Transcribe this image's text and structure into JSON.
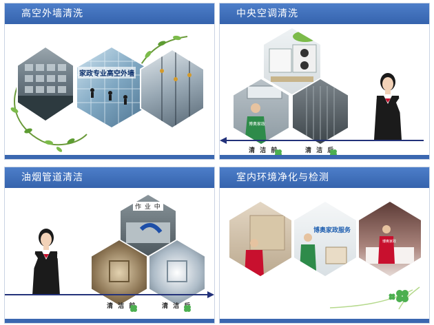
{
  "panels": [
    {
      "title": "高空外墙清洗",
      "overlay_text": "家政专业高空外墙"
    },
    {
      "title": "中央空调清洗",
      "before_label": "清 洁 前",
      "after_label": "清 洁 后",
      "uniform_text": "博奥家政"
    },
    {
      "title": "油烟管道清洁",
      "work_label": "作 业 中",
      "before_label": "清 洁 前",
      "after_label": "清 洁 后"
    },
    {
      "title": "室内环境净化与检测",
      "service_text": "博奥家政服务",
      "uniform_text": "博奥家政"
    }
  ],
  "colors": {
    "header": "#3a67b0",
    "accent_red": "#c8102e",
    "clover": "#4caf50",
    "arrow": "#22317a"
  }
}
